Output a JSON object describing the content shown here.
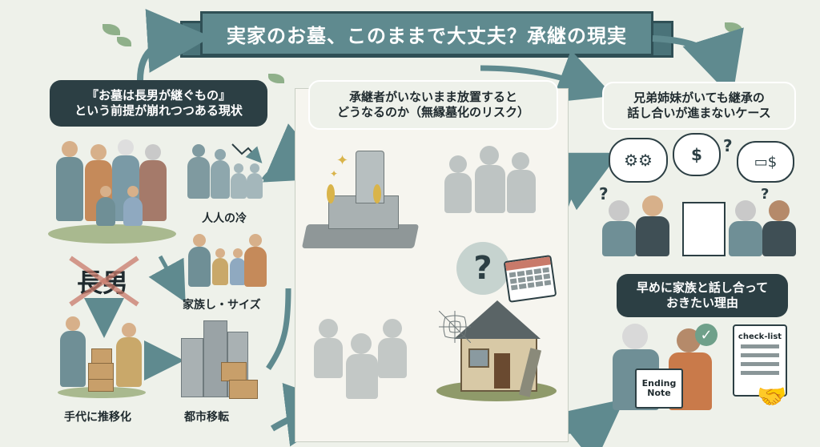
{
  "title": "実家のお墓、このままで大丈夫？承継の現実",
  "left": {
    "heading_line1": "『お墓は長男が継ぐもの』",
    "heading_line2": "という前提が崩れつつある現状",
    "eldest_son": "長男",
    "caption_top_right": "人人の冷",
    "caption_mid_right": "家族し・サイズ",
    "caption_bottom_left": "手代に推移化",
    "caption_bottom_right": "都市移転"
  },
  "middle": {
    "heading_line1": "承継者がいないまま放置すると",
    "heading_line2": "どうなるのか（無縁墓化のリスク）"
  },
  "right": {
    "heading_top_line1": "兄弟姉妹がいても継承の",
    "heading_top_line2": "話し合いが進まないケース",
    "heading_bottom_line1": "早めに家族と話し合って",
    "heading_bottom_line2": "おきたい理由",
    "ending_note_line1": "Ending",
    "ending_note_line2": "Note",
    "checklist": "check-list",
    "question_mark": "?",
    "dollar": "$"
  },
  "colors": {
    "ribbon": "#5f8a8f",
    "dark_label": "#2c3f44",
    "arrow": "#5f8a8f",
    "background": "#eef1ea"
  }
}
